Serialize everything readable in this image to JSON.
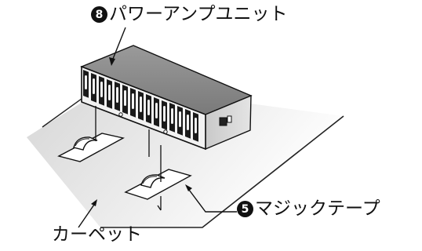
{
  "labels": {
    "amp": {
      "number": "8",
      "text": "パワーアンプユニット"
    },
    "tape": {
      "number": "5",
      "text": "マジックテープ"
    },
    "carpet": {
      "text": "カーペット"
    }
  }
}
